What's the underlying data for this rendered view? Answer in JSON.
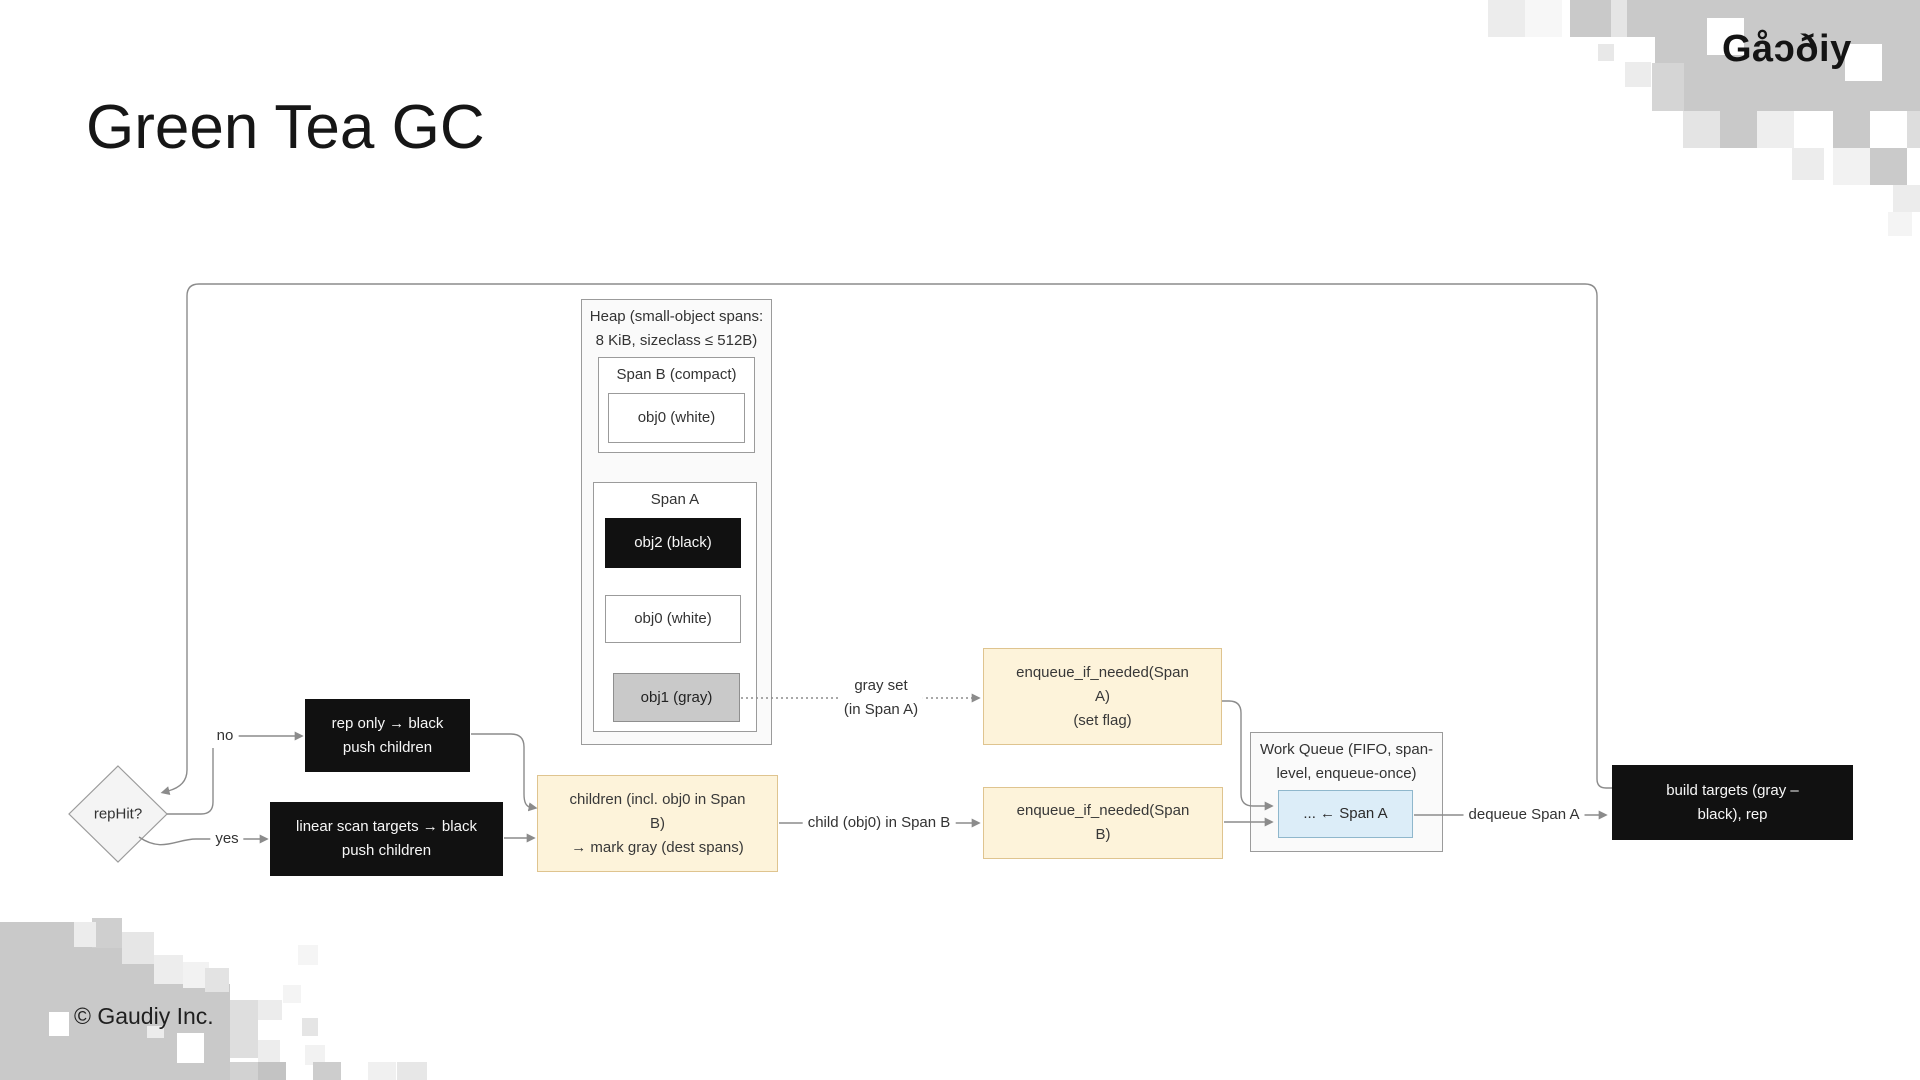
{
  "slide": {
    "title": "Green Tea GC",
    "logo": "Gåɔðiy",
    "copyright": "© Gaudiy Inc.",
    "background": "#ffffff"
  },
  "colors": {
    "node_black": "#111111",
    "node_yellow_fill": "#fdf3da",
    "node_yellow_border": "#dfc48f",
    "node_gray_fill": "#c9c9c9",
    "node_blue_fill": "#dcedf8",
    "node_blue_border": "#8fb7cc",
    "outline_border": "#9b9b9b",
    "connector_line": "#8b8b8b",
    "mosaic_gray": "#c9c9c9"
  },
  "diagram": {
    "heap": {
      "line1": "Heap (small-object spans:",
      "line2": "8 KiB, sizeclass ≤ 512B)"
    },
    "span_b": {
      "title": "Span B (compact)",
      "obj0": "obj0 (white)"
    },
    "span_a": {
      "title": "Span A",
      "obj2": "obj2 (black)",
      "obj0": "obj0 (white)",
      "obj1": "obj1 (gray)"
    },
    "decision": {
      "label": "repHit?"
    },
    "rep_only": {
      "line1": "rep only → black",
      "line2": "push children"
    },
    "linear_scan": {
      "line1": "linear scan targets → black",
      "line2": "push children"
    },
    "children": {
      "line1": "children (incl. obj0 in Span",
      "line2": "B)",
      "line3": "→ mark gray (dest spans)"
    },
    "enqueue_a": {
      "line1": "enqueue_if_needed(Span",
      "line2": "A)",
      "line3": "(set flag)"
    },
    "enqueue_b": {
      "line1": "enqueue_if_needed(Span",
      "line2": "B)"
    },
    "work_queue": {
      "line1": "Work Queue (FIFO, span-",
      "line2": "level, enqueue-once)",
      "item": "... ← Span A"
    },
    "build_targets": {
      "line1": "build targets (gray –",
      "line2": "black), rep"
    },
    "edges": {
      "no": "no",
      "yes": "yes",
      "child_label": "child (obj0) in Span B",
      "gray_set_line1": "gray set",
      "gray_set_line2": "(in Span A)",
      "dequeue_label": "dequeue Span A"
    }
  },
  "decor": {
    "pixels": [
      [
        1488,
        0,
        37,
        37,
        "#ececec"
      ],
      [
        1525,
        0,
        37,
        37,
        "#f7f7f7"
      ],
      [
        1570,
        0,
        41,
        37,
        "#c9c9c9"
      ],
      [
        1611,
        0,
        16,
        37,
        "#e5e5e5"
      ],
      [
        1627,
        0,
        28,
        37,
        "#c9c9c9"
      ],
      [
        1655,
        0,
        265,
        111,
        "#c9c9c9"
      ],
      [
        1707,
        18,
        37,
        37,
        "#ffffff"
      ],
      [
        1845,
        44,
        37,
        37,
        "#ffffff"
      ],
      [
        1598,
        44,
        16,
        17,
        "#e8e8e8"
      ],
      [
        1625,
        62,
        26,
        25,
        "#ececec"
      ],
      [
        1652,
        63,
        32,
        48,
        "#d5d5d5"
      ],
      [
        1683,
        111,
        37,
        37,
        "#e4e4e4"
      ],
      [
        1720,
        111,
        37,
        37,
        "#c9c9c9"
      ],
      [
        1757,
        111,
        37,
        37,
        "#eeeeee"
      ],
      [
        1833,
        111,
        37,
        37,
        "#c9c9c9"
      ],
      [
        1907,
        111,
        13,
        37,
        "#dddddd"
      ],
      [
        1792,
        148,
        32,
        32,
        "#ececec"
      ],
      [
        1833,
        148,
        37,
        37,
        "#f2f2f2"
      ],
      [
        1870,
        148,
        37,
        37,
        "#cacaca"
      ],
      [
        1893,
        185,
        27,
        27,
        "#ececec"
      ],
      [
        1888,
        212,
        24,
        24,
        "#f4f4f4"
      ],
      [
        0,
        922,
        74,
        158,
        "#c9c9c9"
      ],
      [
        74,
        947,
        80,
        133,
        "#c9c9c9"
      ],
      [
        154,
        984,
        76,
        96,
        "#c9c9c9"
      ],
      [
        92,
        918,
        30,
        30,
        "#cfcfcf"
      ],
      [
        74,
        922,
        22,
        25,
        "#ececec"
      ],
      [
        122,
        932,
        32,
        32,
        "#e6e6e6"
      ],
      [
        154,
        955,
        29,
        29,
        "#ededed"
      ],
      [
        183,
        962,
        26,
        26,
        "#f2f2f2"
      ],
      [
        205,
        968,
        24,
        24,
        "#e3e3e3"
      ],
      [
        49,
        1012,
        20,
        24,
        "#ffffff"
      ],
      [
        177,
        1033,
        27,
        30,
        "#ffffff"
      ],
      [
        147,
        1026,
        17,
        12,
        "#ececec"
      ],
      [
        230,
        1000,
        28,
        58,
        "#dedede"
      ],
      [
        258,
        1000,
        24,
        20,
        "#ececec"
      ],
      [
        302,
        1018,
        16,
        18,
        "#e5e5e5"
      ],
      [
        283,
        985,
        18,
        18,
        "#f4f4f4"
      ],
      [
        258,
        1040,
        22,
        22,
        "#ededed"
      ],
      [
        305,
        1045,
        20,
        20,
        "#f2f2f2"
      ],
      [
        230,
        1062,
        28,
        18,
        "#d2d2d2"
      ],
      [
        258,
        1062,
        28,
        18,
        "#c3c3c3"
      ],
      [
        313,
        1062,
        28,
        18,
        "#cdcdcd"
      ],
      [
        368,
        1062,
        28,
        18,
        "#f0f0f0"
      ],
      [
        397,
        1062,
        30,
        18,
        "#e7e7e7"
      ],
      [
        298,
        945,
        20,
        20,
        "#f5f5f5"
      ]
    ]
  }
}
